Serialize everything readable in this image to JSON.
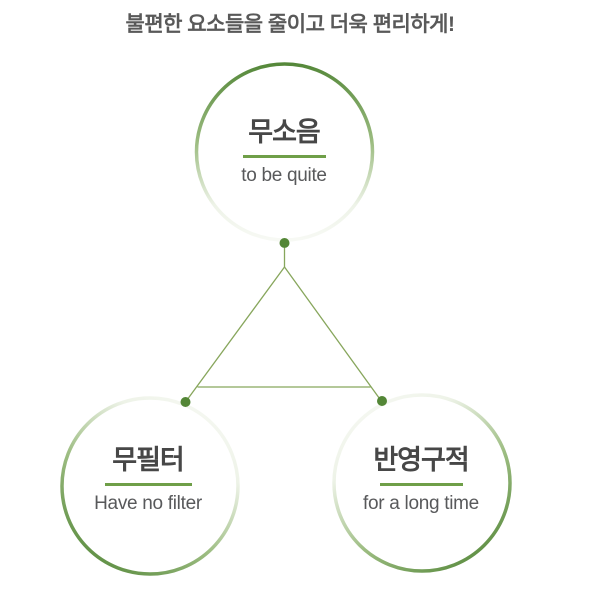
{
  "page": {
    "title": "불편한 요소들을 줄이고 더욱 편리하게!",
    "background": "#ffffff"
  },
  "colors": {
    "green-strong": "#55883a",
    "green-mid": "#9dbd82",
    "green-faint": "#eef3e8",
    "green-near-white": "#f7f9f4",
    "line-green": "#87a65c",
    "dot-green": "#538636",
    "underline-green": "#6f9f48",
    "heading-text": "#474747",
    "subtitle-text": "#58595b",
    "title-text": "#595959"
  },
  "diagram": {
    "nodes": [
      {
        "id": "silent",
        "position": "top",
        "heading": "무소음",
        "subtitle": "to be quite"
      },
      {
        "id": "no-filter",
        "position": "bottom-left",
        "heading": "무필터",
        "subtitle": "Have no filter"
      },
      {
        "id": "semi-permanent",
        "position": "bottom-right",
        "heading": "반영구적",
        "subtitle": "for a long time"
      }
    ]
  }
}
